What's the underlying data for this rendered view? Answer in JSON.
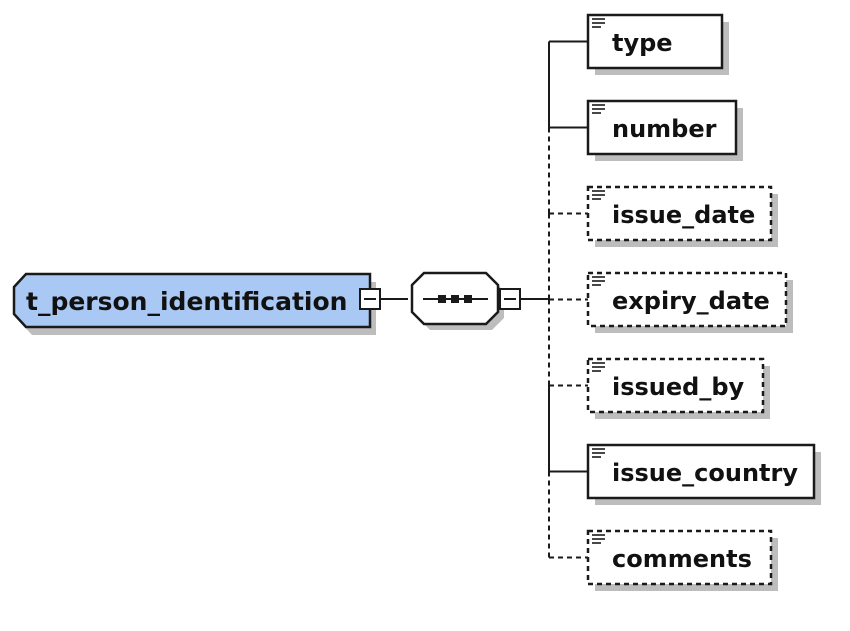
{
  "root": {
    "name": "t_person_identification",
    "collapse_symbol": "minus"
  },
  "compositor": {
    "type": "sequence",
    "collapse_symbol": "minus"
  },
  "elements": [
    {
      "name": "type",
      "optional": false
    },
    {
      "name": "number",
      "optional": false
    },
    {
      "name": "issue_date",
      "optional": true
    },
    {
      "name": "expiry_date",
      "optional": true
    },
    {
      "name": "issued_by",
      "optional": true
    },
    {
      "name": "issue_country",
      "optional": false
    },
    {
      "name": "comments",
      "optional": true
    }
  ],
  "colors": {
    "root_fill": "#a9c8f3",
    "box_fill": "#ffffff",
    "stroke": "#1a1a1a",
    "shadow": "#bdbdbd"
  },
  "icons": {
    "element_icon": "text-lines-icon",
    "sequence_icon": "sequence-dots-icon"
  }
}
